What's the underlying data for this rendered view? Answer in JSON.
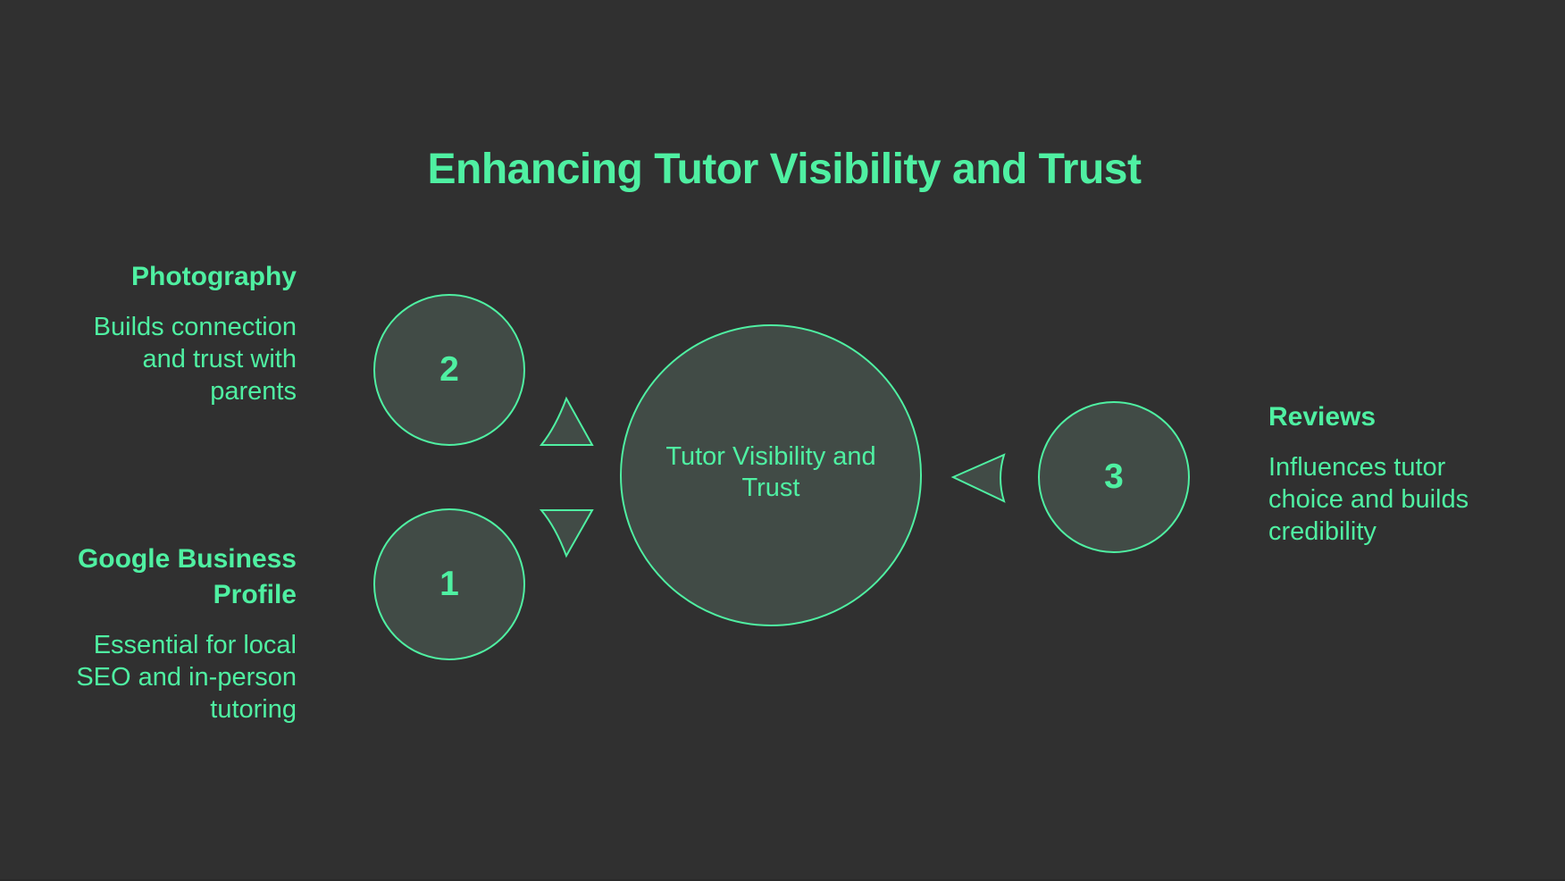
{
  "title": "Enhancing Tutor Visibility and Trust",
  "colors": {
    "background": "#303030",
    "accent": "#4ff0a2",
    "node_fill": "#414b46"
  },
  "center": {
    "label": "Tutor Visibility and Trust"
  },
  "nodes": [
    {
      "number": "1",
      "heading": "Google Business Profile",
      "description": "Essential for local SEO and in-person tutoring",
      "side": "left",
      "arrow": "up-right-triangle-pointing-down"
    },
    {
      "number": "2",
      "heading": "Photography",
      "description": "Builds connection and trust with parents",
      "side": "left",
      "arrow": "triangle-pointing-up"
    },
    {
      "number": "3",
      "heading": "Reviews",
      "description": "Influences tutor choice and builds credibility",
      "side": "right",
      "arrow": "triangle-pointing-left"
    }
  ]
}
